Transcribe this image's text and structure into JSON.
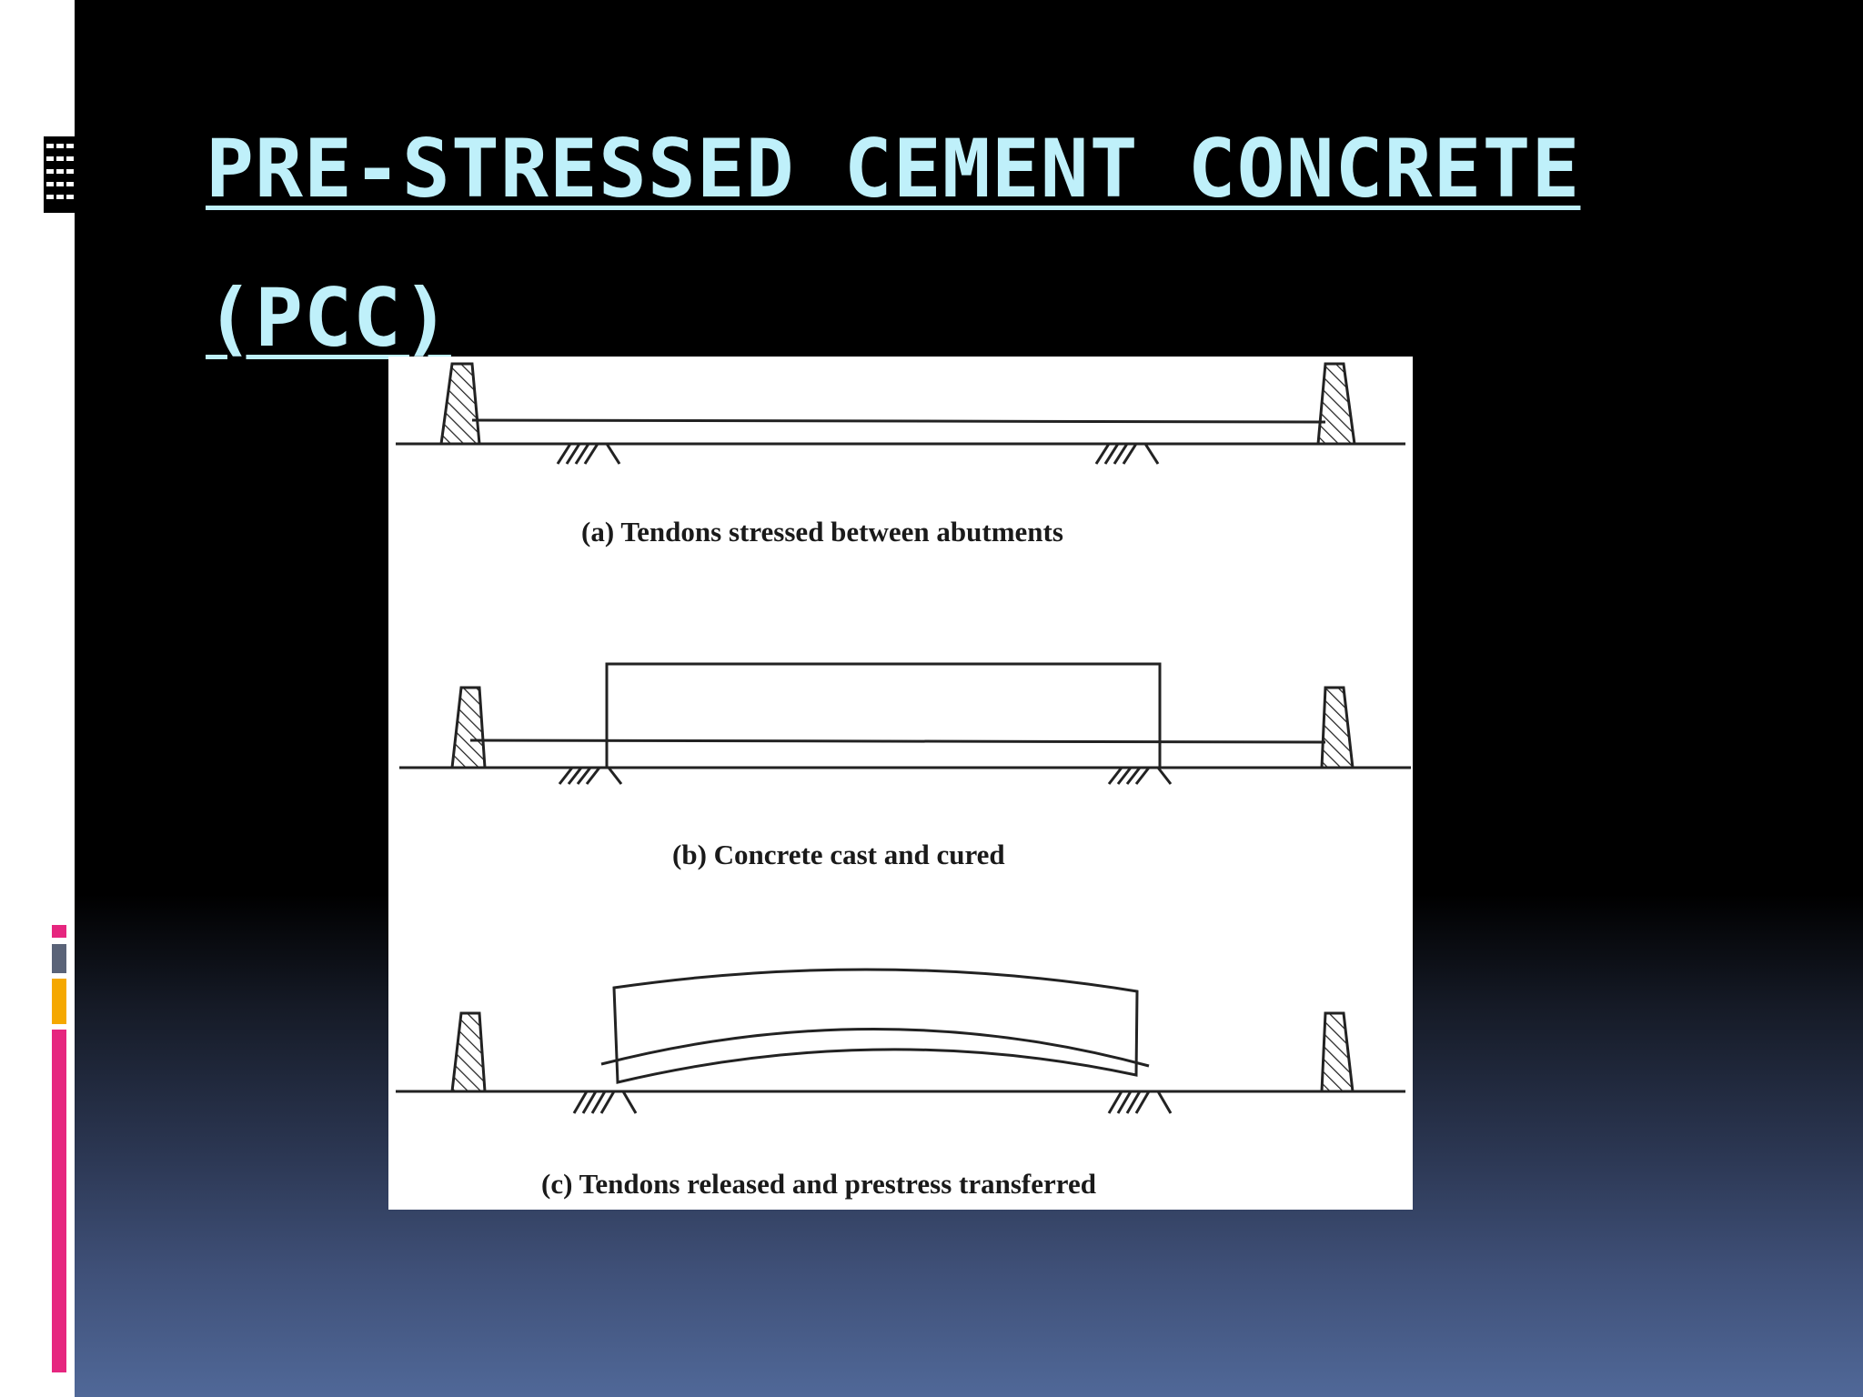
{
  "slide": {
    "title_line1": "PRE-STRESSED CEMENT CONCRETE",
    "title_line2": "(PCC)"
  },
  "figure": {
    "captions": [
      "(a) Tendons stressed between abutments",
      "(b) Concrete cast and cured",
      "(c) Tendons released and prestress transferred"
    ]
  },
  "colors": {
    "title": "#bff0fa",
    "accent_pink": "#e6267f",
    "accent_gray": "#5a6378",
    "accent_gold": "#f5a800",
    "background_top": "#000000",
    "background_bottom": "#506898"
  }
}
